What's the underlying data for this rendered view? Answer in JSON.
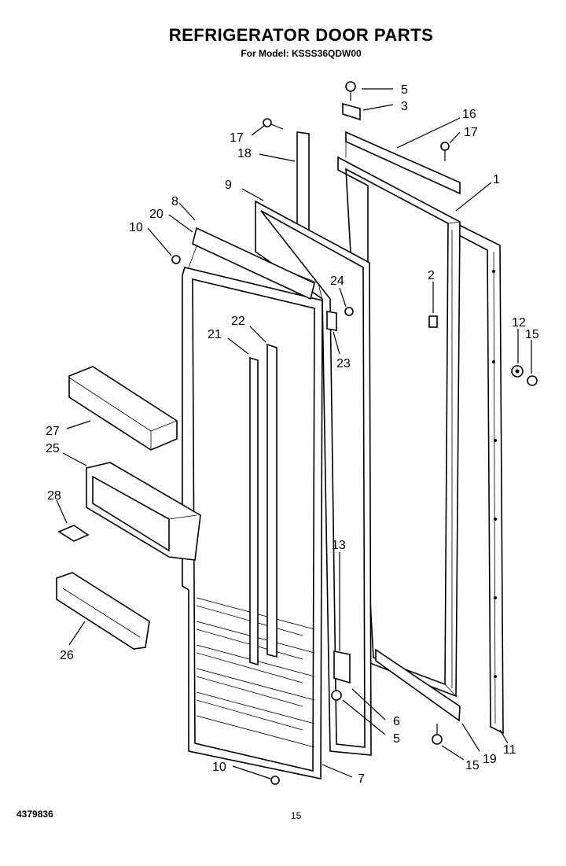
{
  "header": {
    "title": "REFRIGERATOR DOOR PARTS",
    "subtitle": "For Model: KSSS36QDW00"
  },
  "footer": {
    "doc_number": "4379836",
    "page": "15"
  },
  "callouts": {
    "c1": "1",
    "c2": "2",
    "c3": "3",
    "c5a": "5",
    "c5b": "5",
    "c6": "6",
    "c7": "7",
    "c8": "8",
    "c9": "9",
    "c10a": "10",
    "c10b": "10",
    "c11": "11",
    "c12": "12",
    "c13": "13",
    "c15a": "15",
    "c15b": "15",
    "c16": "16",
    "c17a": "17",
    "c17b": "17",
    "c18": "18",
    "c19": "19",
    "c20": "20",
    "c21": "21",
    "c22": "22",
    "c23": "23",
    "c24": "24",
    "c25": "25",
    "c26": "26",
    "c27": "27",
    "c28": "28"
  }
}
